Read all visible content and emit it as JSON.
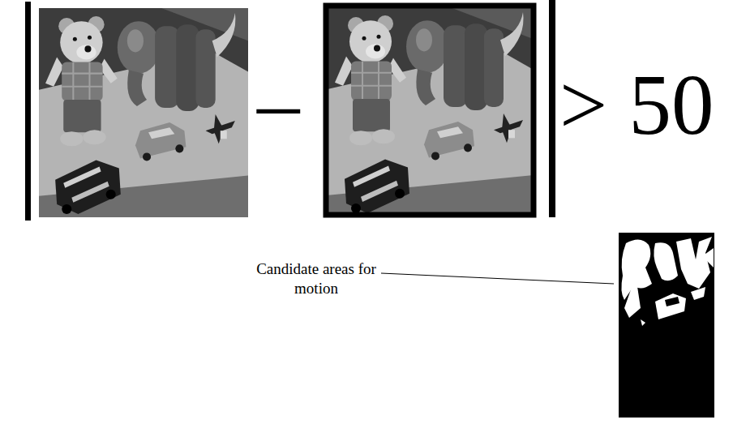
{
  "diagram": {
    "labels": [
      "–",
      "> 50",
      "Candidate areas for motion"
    ]
  }
}
